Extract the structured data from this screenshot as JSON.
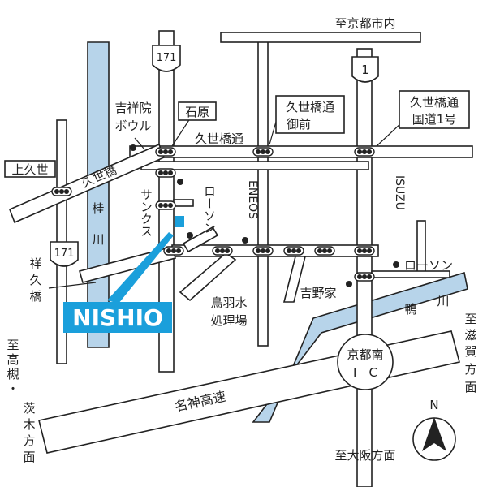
{
  "labels": {
    "to_kyoto_center": "至京都市内",
    "route_171_top": "171",
    "route_1": "1",
    "kisshoin_bowl": [
      "吉祥院",
      "ボウル"
    ],
    "ishihara": "石原",
    "kuzebashi_st": "久世橋通",
    "kuzebashi_gozen": [
      "久世橋通",
      "御前"
    ],
    "kuzebashi_kokudo": [
      "久世橋通",
      "国道1号"
    ],
    "kamikuze": "上久世",
    "kuzebashi_bridge": "久世橋",
    "katsura_river": "桂",
    "katsura_river2": "川",
    "sunkus": "サンクス",
    "lawson_1": "ローソン",
    "eneos": "ENEOS",
    "isuzu": "ISUZU",
    "route_171_left": "171",
    "shokyu_bashi": [
      "祥",
      "久",
      "橋"
    ],
    "lawson_2": "ローソン",
    "yoshinoya": "吉野家",
    "kamo_river": "鴨",
    "kamo_river2": "川",
    "toba_water": [
      "鳥羽水",
      "処理場"
    ],
    "to_takatsuki": [
      "至",
      "高",
      "槻",
      "・",
      "茨",
      "木",
      "方",
      "面"
    ],
    "to_shiga": [
      "至",
      "滋",
      "賀",
      "方",
      "面"
    ],
    "kyoto_minami_ic": [
      "京都南",
      "I　C"
    ],
    "meishin": "名神高速",
    "to_osaka": "至大阪方面",
    "north": "N",
    "brand": "NISHIO"
  },
  "colors": {
    "brand": "#1a9fdb",
    "river": "#b7d4ea"
  },
  "icons": {
    "north_arrow": "north-arrow-icon",
    "signal": "traffic-signal-icon",
    "route_shield": "route-shield-icon"
  }
}
